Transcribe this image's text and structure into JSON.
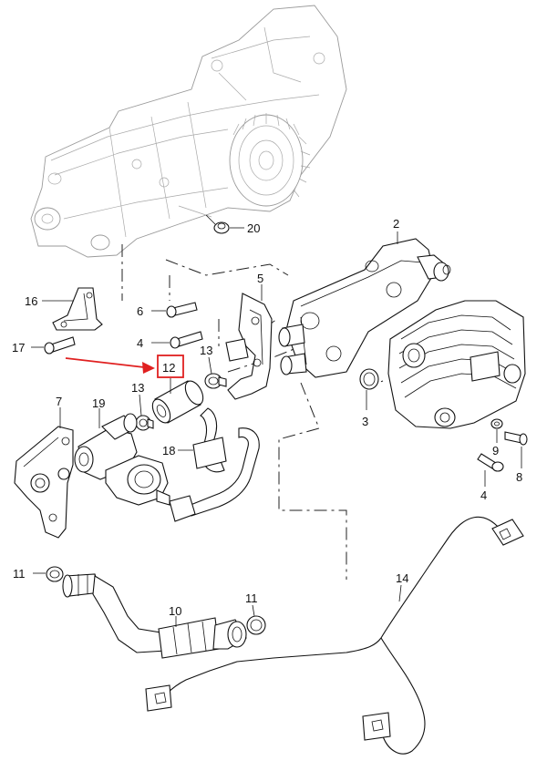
{
  "diagram": {
    "highlight_color": "#e02020",
    "highlighted_label": "12",
    "callouts": {
      "c2": "2",
      "c3": "3",
      "c4a": "4",
      "c4b": "4",
      "c5": "5",
      "c6": "6",
      "c7": "7",
      "c8": "8",
      "c9": "9",
      "c10": "10",
      "c11a": "11",
      "c11b": "11",
      "c12": "12",
      "c13a": "13",
      "c13b": "13",
      "c14": "14",
      "c16": "16",
      "c17": "17",
      "c18": "18",
      "c19": "19",
      "c20": "20"
    }
  }
}
